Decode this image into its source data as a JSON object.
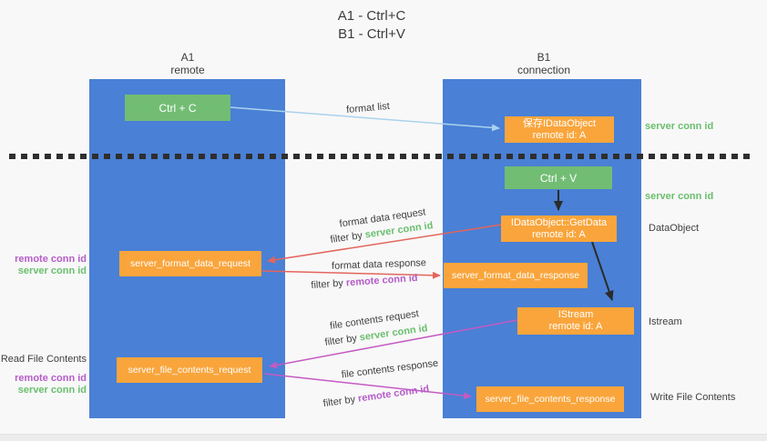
{
  "title": {
    "line1": "A1 - Ctrl+C",
    "line2": "B1 - Ctrl+V"
  },
  "lifelines": {
    "a": {
      "name": "A1",
      "subtitle": "remote"
    },
    "b": {
      "name": "B1",
      "subtitle": "connection"
    }
  },
  "nodes": {
    "ctrl_c": {
      "label": "Ctrl + C"
    },
    "save_idataobject": {
      "line1": "保存IDataObject",
      "line2": "remote id: A"
    },
    "ctrl_v": {
      "label": "Ctrl + V"
    },
    "getdata": {
      "line1": "IDataObject::GetData",
      "line2": "remote id: A"
    },
    "format_request": {
      "label": "server_format_data_request"
    },
    "format_response": {
      "label": "server_format_data_response"
    },
    "istream": {
      "line1": "IStream",
      "line2": "remote id: A"
    },
    "file_request": {
      "label": "server_file_contents_request"
    },
    "file_response": {
      "label": "server_file_contents_response"
    }
  },
  "arrow_labels": {
    "format_list": "format list",
    "format_data_request": "format data request",
    "format_data_response": "format data response",
    "file_contents_request": "file contents request",
    "file_contents_response": "file contents response",
    "filter_by": "filter by",
    "server_conn_id": "server conn id",
    "remote_conn_id": "remote conn id"
  },
  "side_labels": {
    "server_conn_id_top": "server conn id",
    "server_conn_id_mid": "server conn id",
    "dataobject": "DataObject",
    "istream": "Istream",
    "write_file_contents": "Write File Contents",
    "remote_conn_id_mid": "remote conn id",
    "server_conn_id_left_mid": "server conn id",
    "read_file_contents": "Read File Contents",
    "remote_conn_id_bottom": "remote conn id",
    "server_conn_id_bottom": "server conn id"
  },
  "colors": {
    "lifeline_blue": "#4a80d5",
    "box_green": "#72bd74",
    "box_orange": "#f9a53c",
    "arrow_red": "#e3655c",
    "arrow_magenta": "#c45ac4",
    "arrow_light_blue": "#aad2ee",
    "arrow_black": "#2b2b2b",
    "text_green": "#6abf6e",
    "text_purple": "#b55cc9",
    "text_dark": "#3f3f3f",
    "background": "#f8f8f8"
  }
}
